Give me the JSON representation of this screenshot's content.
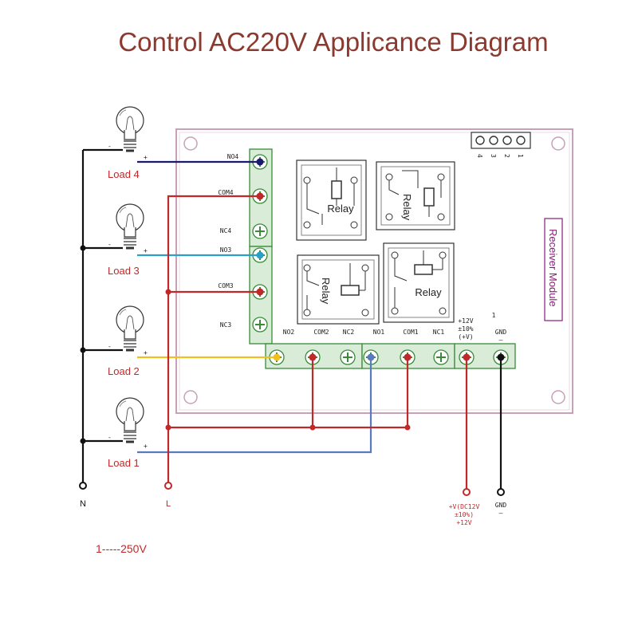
{
  "title": "Control AC220V Applicance Diagram",
  "colors": {
    "title": "#8b3a30",
    "board_border": "#c8a0b8",
    "terminal_fill": "#d8ecd8",
    "terminal_border": "#3a8a3a",
    "wire_black": "#111111",
    "wire_red": "#c0282a",
    "wire_navy": "#1a1a6e",
    "wire_cyan": "#2aa0c8",
    "wire_yellow": "#f0c020",
    "wire_blue": "#5a7ac0",
    "module_label": "#8a1a7a",
    "load_label": "#c0282a"
  },
  "loads": [
    {
      "label": "Load 4",
      "minus": "-",
      "plus": "+"
    },
    {
      "label": "Load 3",
      "minus": "-",
      "plus": "+"
    },
    {
      "label": "Load 2",
      "minus": "-",
      "plus": "+"
    },
    {
      "label": "Load 1",
      "minus": "-",
      "plus": "+"
    }
  ],
  "left_terminals": [
    "NO4",
    "COM4",
    "NC4",
    "NO3",
    "COM3",
    "NC3"
  ],
  "bottom_terminals": [
    "NO2",
    "COM2",
    "NC2",
    "NO1",
    "COM1",
    "NC1"
  ],
  "power_terminals": {
    "plus_lines": [
      "+12V",
      "±10%",
      "(+V)"
    ],
    "gnd": "GND",
    "gnd_bar": "—",
    "note": "1"
  },
  "header_pins": [
    "4",
    "3",
    "2",
    "1"
  ],
  "relay_label": "Relay",
  "module_label": "Receiver Module",
  "n_label": "N",
  "l_label": "L",
  "dc_label_lines": [
    "+V(DC12V",
    "±10%)",
    "+12V"
  ],
  "gnd_bottom_lines": [
    "GND",
    "—"
  ],
  "voltage_range": "1-----250V"
}
